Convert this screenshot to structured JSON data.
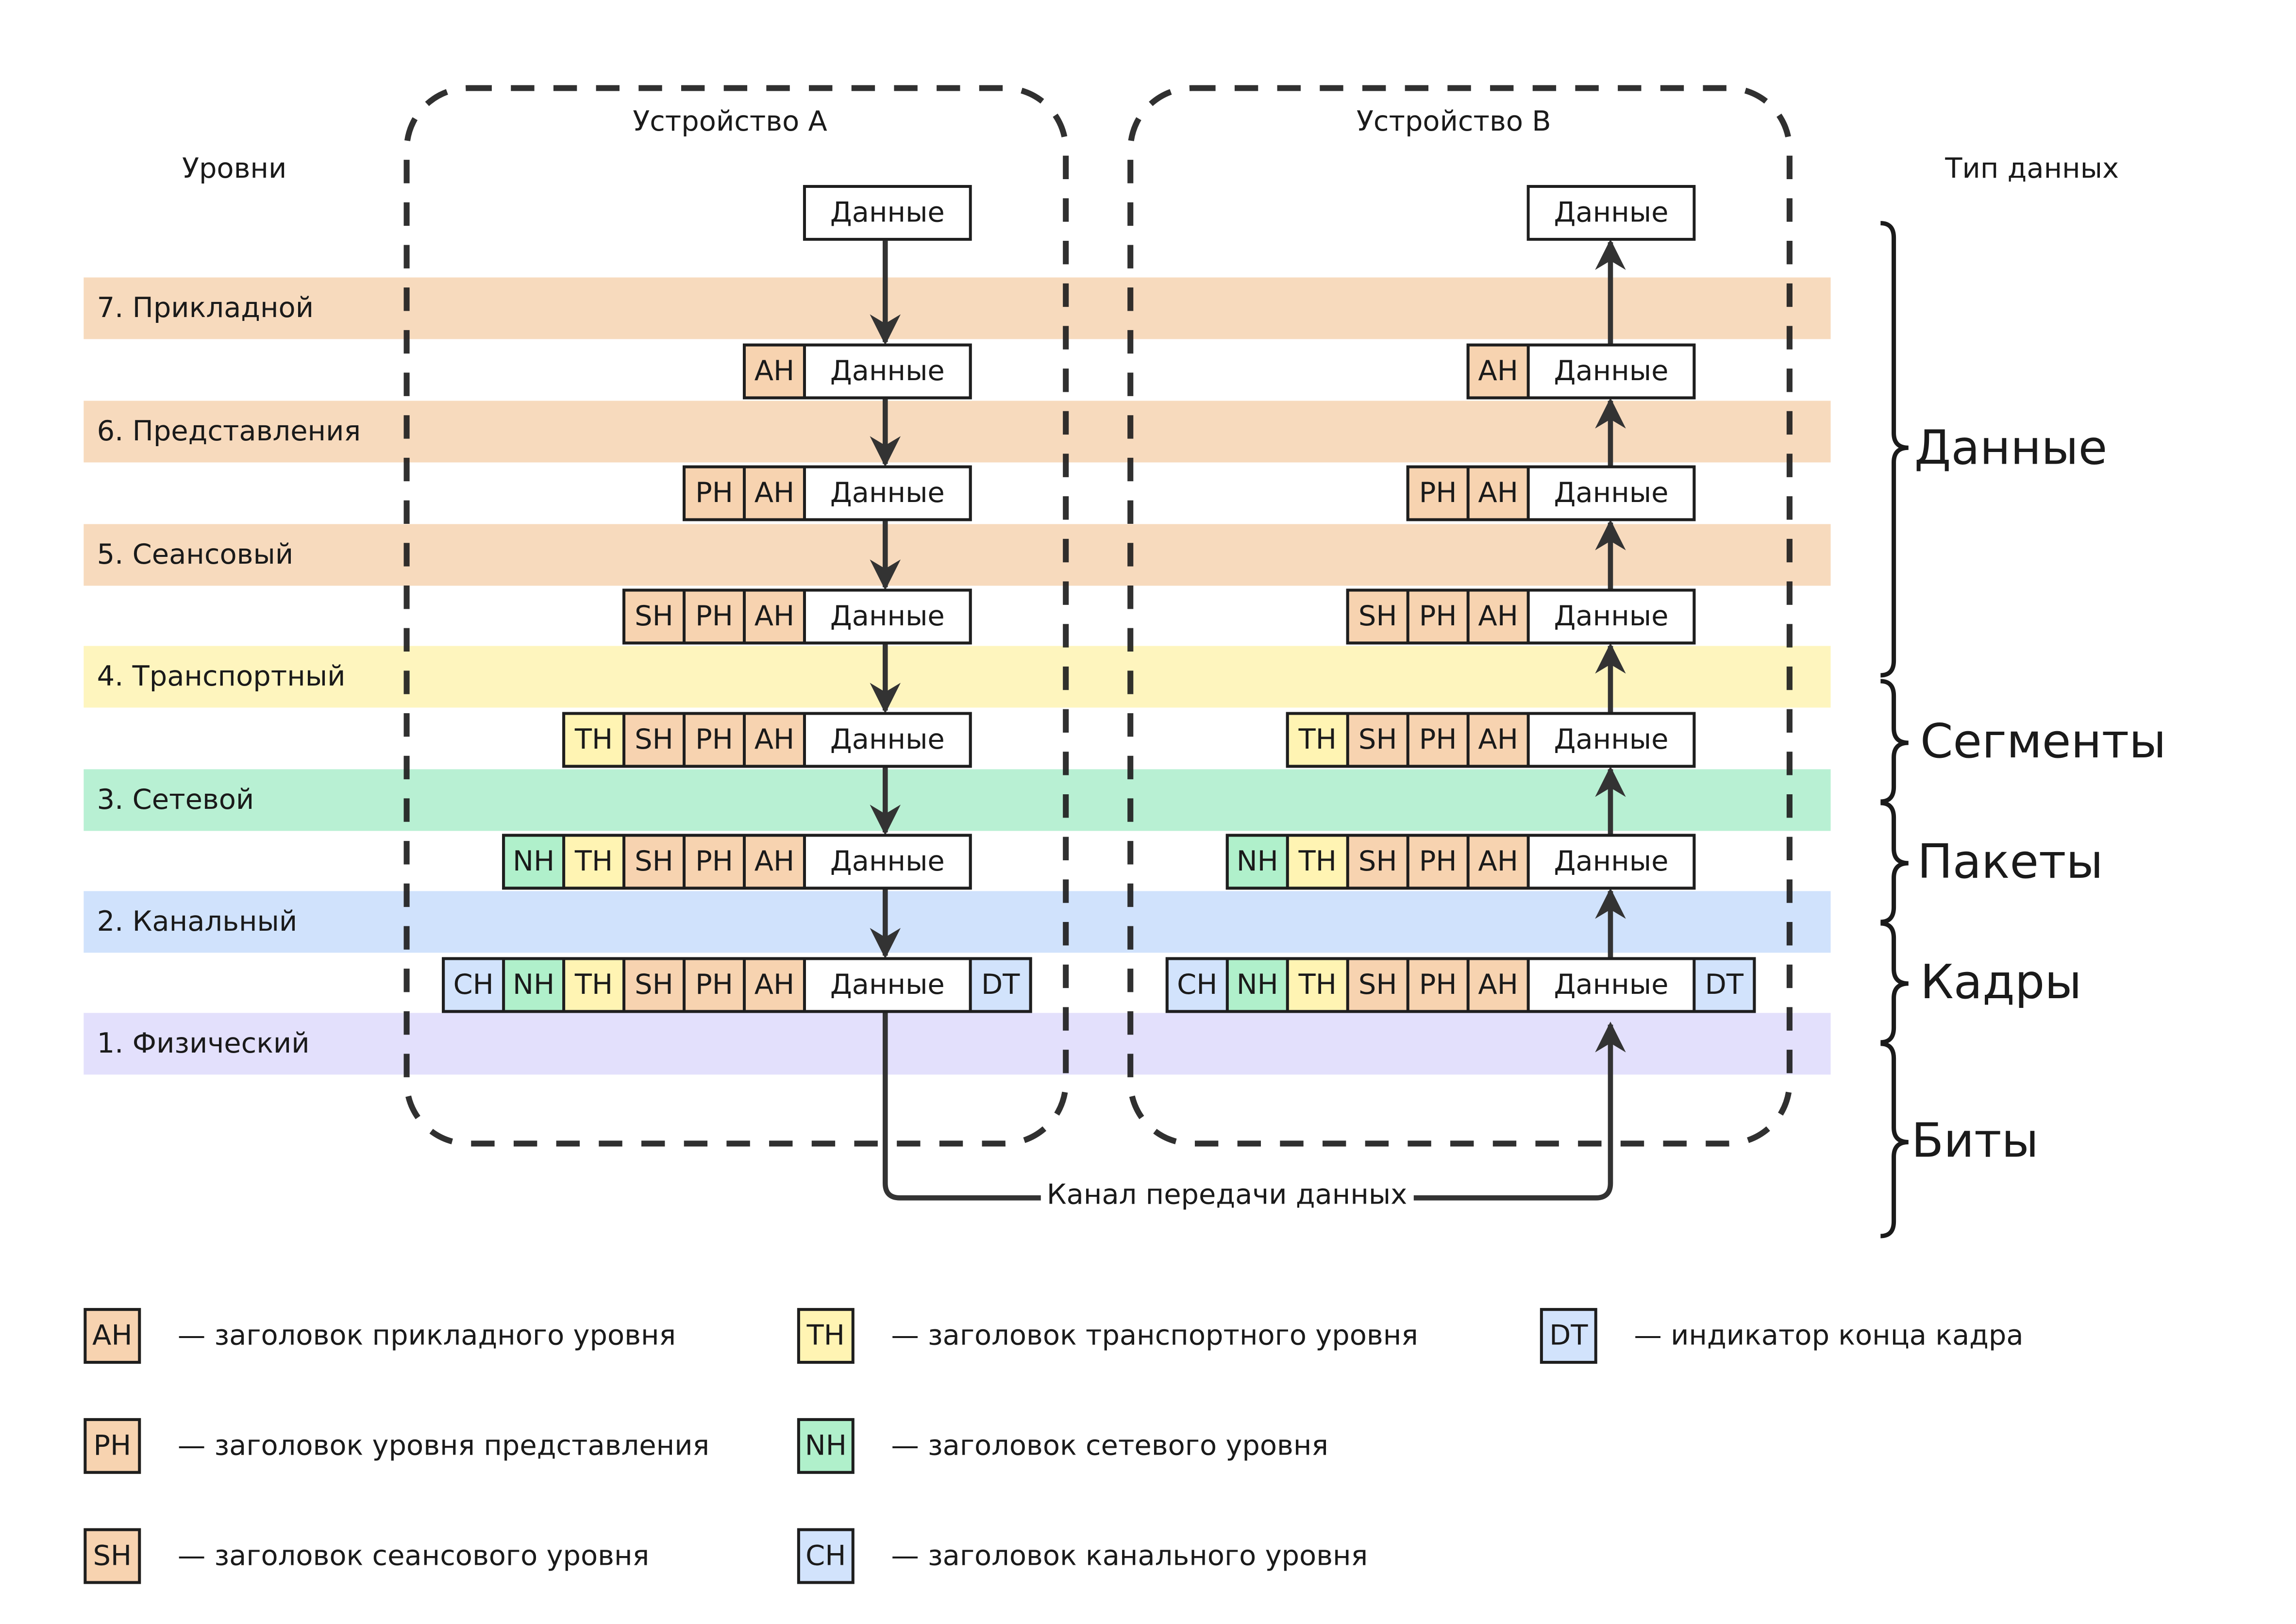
{
  "headers": {
    "levels": "Уровни",
    "device_a": "Устройство A",
    "device_b": "Устройство B",
    "data_type": "Тип данных"
  },
  "colors": {
    "app_layers": "#f7dabd",
    "transport": "#fef5be",
    "network": "#b8f0d3",
    "datalink": "#d0e2fc",
    "physical": "#e3e0fc",
    "AH": "#f7d3b0",
    "PH": "#f7d3b0",
    "SH": "#f7d3b0",
    "TH": "#fff4b3",
    "NH": "#b0f0cb",
    "CH": "#d2e3fc",
    "DT": "#d2e3fc",
    "data": "#ffffff",
    "lines": "#333333"
  },
  "layers": [
    {
      "label": "7. Прикладной",
      "color_key": "app_layers"
    },
    {
      "label": "6. Представления",
      "color_key": "app_layers"
    },
    {
      "label": "5. Сеансовый",
      "color_key": "app_layers"
    },
    {
      "label": "4. Транспортный",
      "color_key": "transport"
    },
    {
      "label": "3. Сетевой",
      "color_key": "network"
    },
    {
      "label": "2. Канальный",
      "color_key": "datalink"
    },
    {
      "label": "1. Физический",
      "color_key": "physical"
    }
  ],
  "data_label": "Данные",
  "stacks": [
    {
      "headers": [],
      "trailer": []
    },
    {
      "headers": [
        "AH"
      ],
      "trailer": []
    },
    {
      "headers": [
        "PH",
        "AH"
      ],
      "trailer": []
    },
    {
      "headers": [
        "SH",
        "PH",
        "AH"
      ],
      "trailer": []
    },
    {
      "headers": [
        "TH",
        "SH",
        "PH",
        "AH"
      ],
      "trailer": []
    },
    {
      "headers": [
        "NH",
        "TH",
        "SH",
        "PH",
        "AH"
      ],
      "trailer": []
    },
    {
      "headers": [
        "CH",
        "NH",
        "TH",
        "SH",
        "PH",
        "AH"
      ],
      "trailer": [
        "DT"
      ]
    }
  ],
  "data_types": [
    {
      "label": "Данные"
    },
    {
      "label": "Сегменты"
    },
    {
      "label": "Пакеты"
    },
    {
      "label": "Кадры"
    },
    {
      "label": "Биты"
    }
  ],
  "channel_label": "Канал передачи данных",
  "legend": [
    {
      "code": "AH",
      "text": "— заголовок прикладного уровня"
    },
    {
      "code": "PH",
      "text": "— заголовок уровня представления"
    },
    {
      "code": "SH",
      "text": "— заголовок сеансового уровня"
    },
    {
      "code": "TH",
      "text": "— заголовок транспортного уровня"
    },
    {
      "code": "NH",
      "text": "— заголовок сетевого уровня"
    },
    {
      "code": "CH",
      "text": "— заголовок канального уровня"
    },
    {
      "code": "DT",
      "text": "— индикатор конца кадра"
    }
  ]
}
